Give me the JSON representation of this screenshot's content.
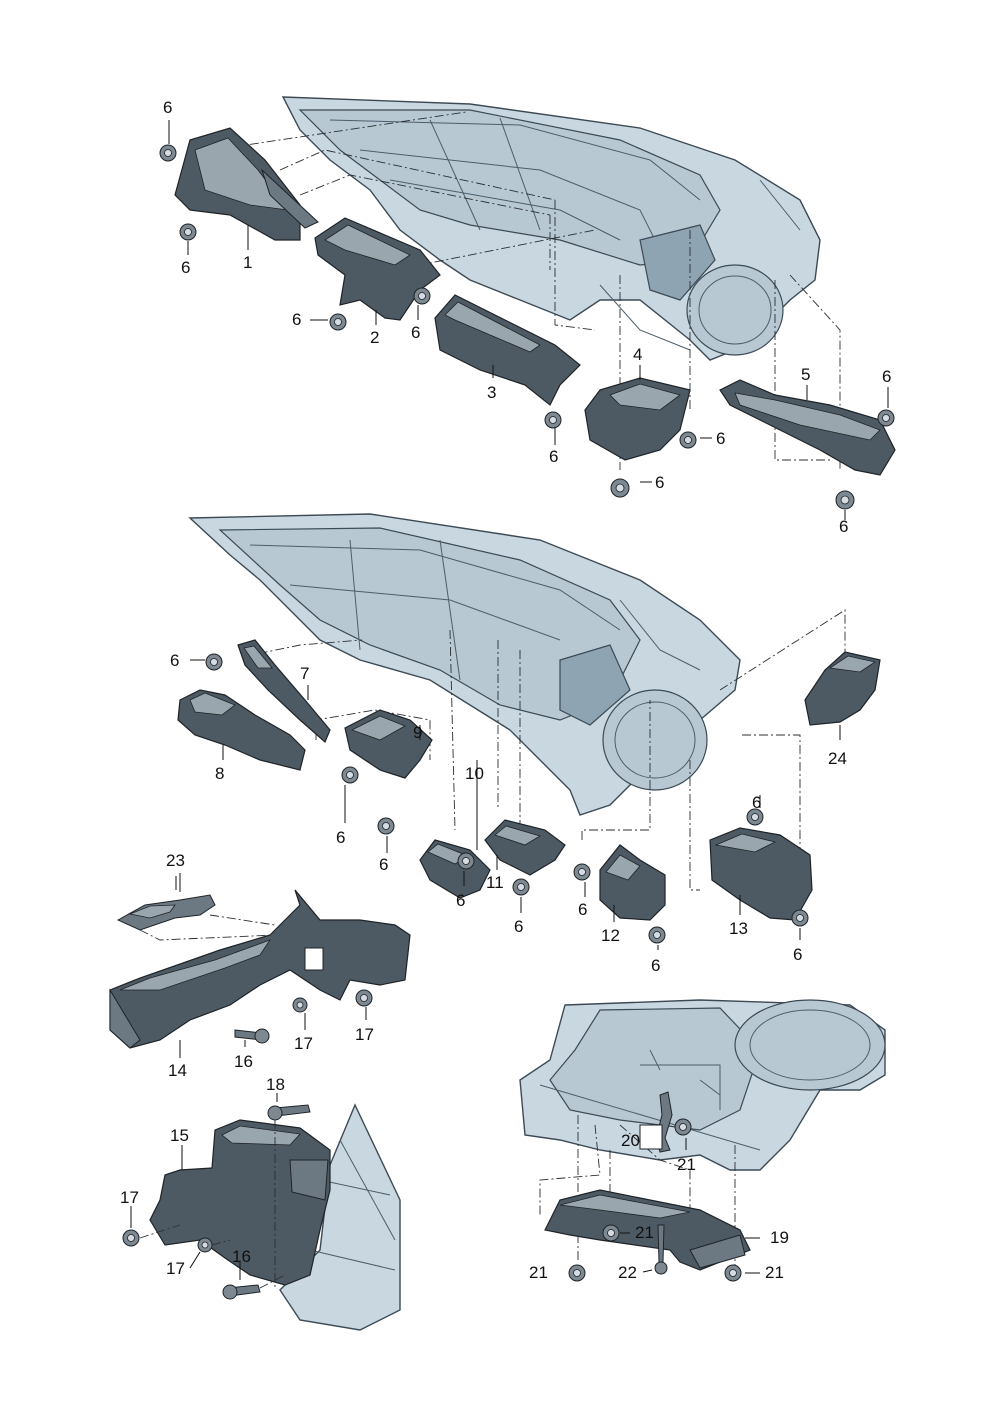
{
  "labels": {
    "p1": "1",
    "p2": "2",
    "p3": "3",
    "p4": "4",
    "p5": "5",
    "p7": "7",
    "p8": "8",
    "p9": "9",
    "p10": "10",
    "p11": "11",
    "p12": "12",
    "p13": "13",
    "p14": "14",
    "p15": "15",
    "p16": "16",
    "p17": "17",
    "p18": "18",
    "p19": "19",
    "p20": "20",
    "p21": "21",
    "p22": "22",
    "p23": "23",
    "p24": "24",
    "p6": "6",
    "p6_dash": "6",
    "p21_dash": "21",
    "p19_dash": "19"
  }
}
